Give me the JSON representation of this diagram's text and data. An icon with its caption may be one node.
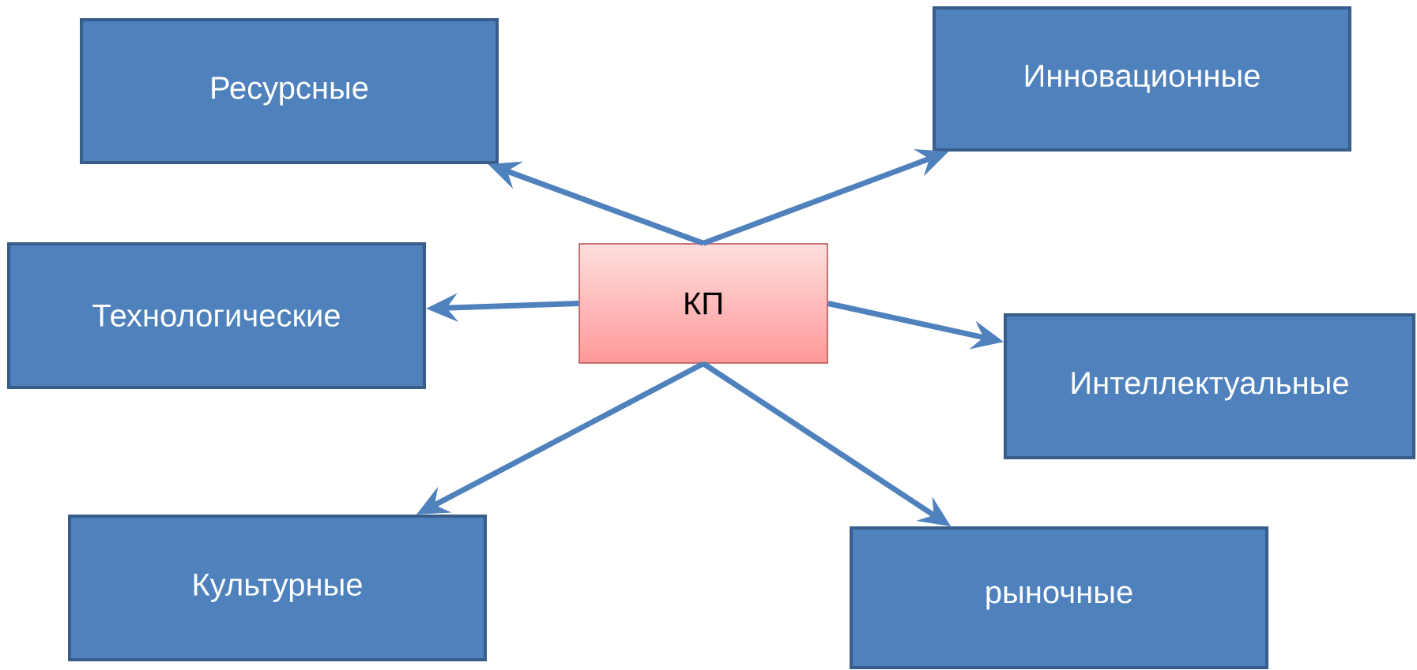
{
  "diagram": {
    "nodes": [
      {
        "text": [
          "КП"
        ]
      },
      {
        "text": [
          "Ресурсные"
        ]
      },
      {
        "text": [
          "Инновационные"
        ]
      },
      {
        "text": [
          "Технологические"
        ]
      },
      {
        "text": [
          "Интеллектуальные"
        ]
      },
      {
        "text": [
          "Культурные"
        ]
      },
      {
        "text": [
          "рыночные"
        ]
      }
    ],
    "edges": [
      {
        "from": 0,
        "to": 1,
        "arrow": "to"
      },
      {
        "from": 0,
        "to": 2,
        "arrow": "to"
      },
      {
        "from": 0,
        "to": 3,
        "arrow": "to"
      },
      {
        "from": 0,
        "to": 4,
        "arrow": "to"
      },
      {
        "from": 0,
        "to": 5,
        "arrow": "to"
      },
      {
        "from": 0,
        "to": 6,
        "arrow": "to"
      }
    ]
  }
}
